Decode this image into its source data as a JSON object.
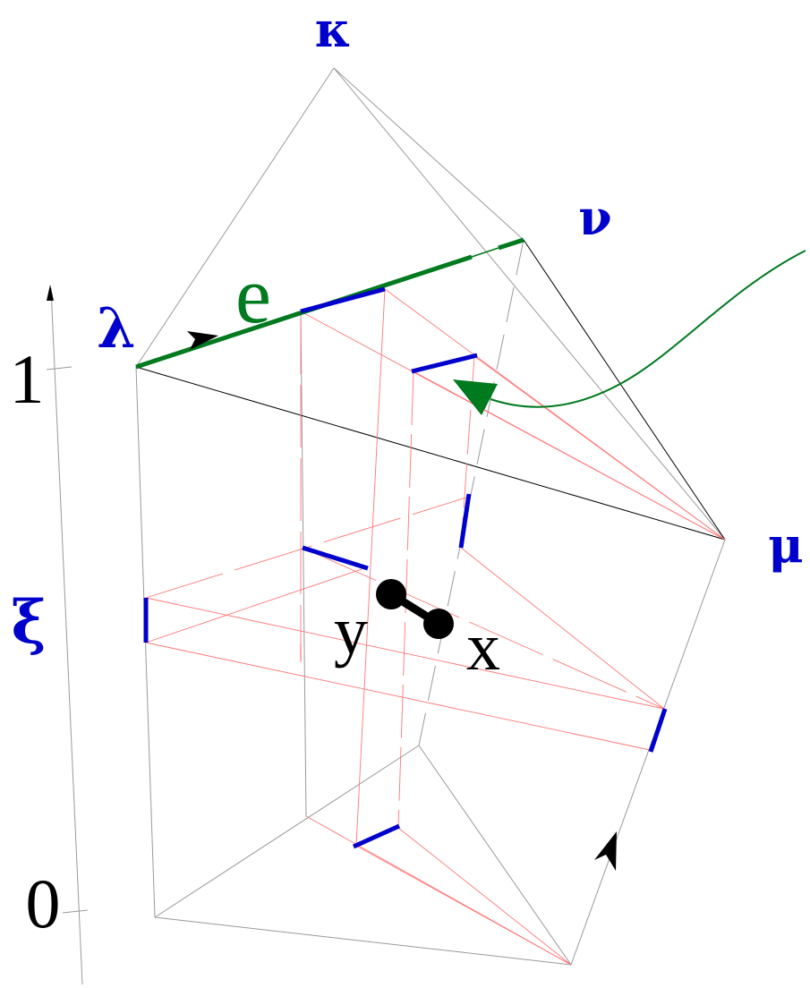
{
  "labels": {
    "kappa": "κ",
    "nu": "ν",
    "lambda": "λ",
    "mu": "μ",
    "xi": "ξ",
    "e": "e",
    "y": "y",
    "x": "x",
    "tick_one": "1",
    "tick_zero": "0"
  },
  "colors": {
    "vertex_label": "#0000cc",
    "highlight_edge": "#007a1f",
    "blue_segment": "#0000cc",
    "red_lines": "#ff7777",
    "gray_lines": "#9a9a9a",
    "dark_lines": "#000000"
  },
  "icons": [
    "arrow-head-icon",
    "dumbbell-icon"
  ]
}
